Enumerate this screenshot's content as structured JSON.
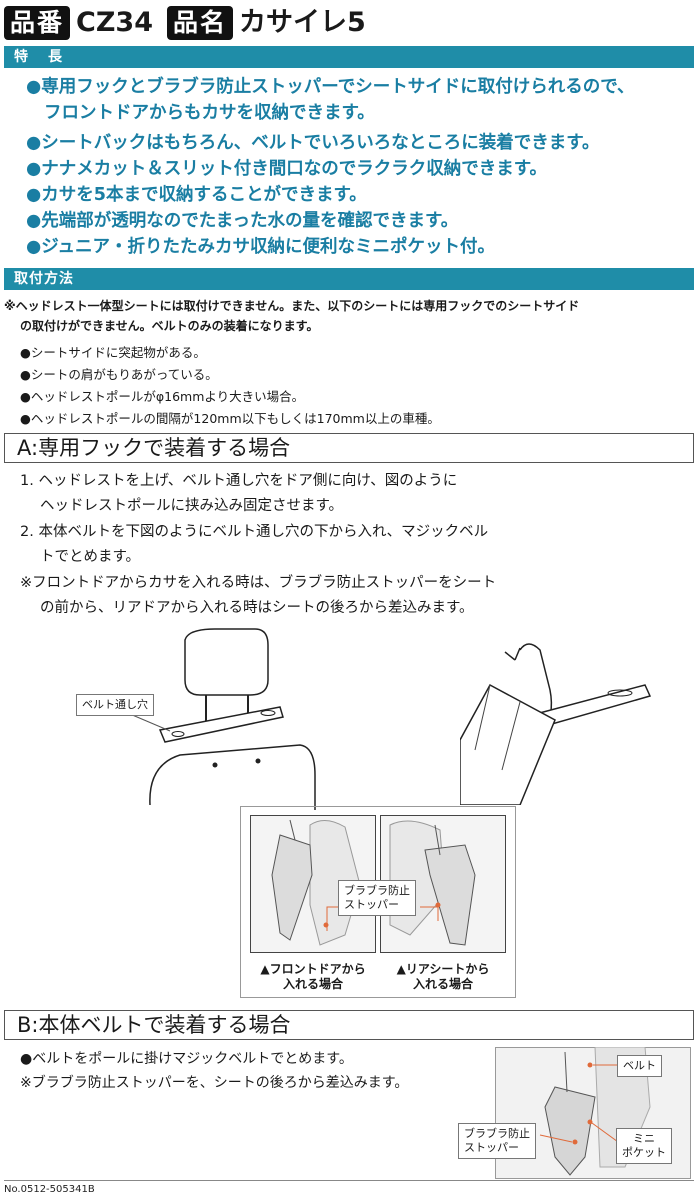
{
  "header": {
    "hinban_label": "品番",
    "hinban_value": "CZ34",
    "hinmei_label": "品名",
    "hinmei_value": "カサイレ5"
  },
  "features": {
    "title": "特　長",
    "items": [
      "●専用フックとブラブラ防止ストッパーでシートサイドに取付けられるので、",
      "フロントドアからもカサを収納できます。",
      "●シートバックはもちろん、ベルトでいろいろなところに装着できます。",
      "●ナナメカット＆スリット付き間口なのでラクラク収納できます。",
      "●カサを5本まで収納することができます。",
      "●先端部が透明なのでたまった水の量を確認できます。",
      "●ジュニア・折りたたみカサ収納に便利なミニポケット付。"
    ]
  },
  "install": {
    "title": "取付方法",
    "note1": "※ヘッドレスト一体型シートには取付けできません。また、以下のシートには専用フックでのシートサイド",
    "note2": "の取付けができません。ベルトのみの装着になります。",
    "conditions": [
      "●シートサイドに突起物がある。",
      "●シートの肩がもりあがっている。",
      "●ヘッドレストポールがφ16mmより大きい場合。",
      "●ヘッドレストポールの間隔が120mm以下もしくは170mm以上の車種。"
    ]
  },
  "section_a": {
    "title": "A:専用フックで装着する場合",
    "steps": [
      "1. ヘッドレストを上げ、ベルト通し穴をドア側に向け、図のように",
      "ヘッドレストポールに挟み込み固定させます。",
      "2. 本体ベルトを下図のようにベルト通し穴の下から入れ、マジックベル",
      "トでとめます。",
      "※フロントドアからカサを入れる時は、ブラブラ防止ストッパーをシート",
      "の前から、リアドアから入れる時はシートの後ろから差込みます。"
    ],
    "label_belt_hole": "ベルト通し穴",
    "label_stopper": "ブラブラ防止\nストッパー",
    "caption_front": "▲フロントドアから\n入れる場合",
    "caption_rear": "▲リアシートから\n入れる場合"
  },
  "section_b": {
    "title": "B:本体ベルトで装着する場合",
    "line1": "●ベルトをポールに掛けマジックベルトでとめます。",
    "line2": "※ブラブラ防止ストッパーを、シートの後ろから差込みます。",
    "label_belt": "ベルト",
    "label_stopper": "ブラブラ防止\nストッパー",
    "label_pocket": "ミニ\nポケット"
  },
  "footer": {
    "code": "No.0512-505341B"
  },
  "colors": {
    "accent": "#1f8da8",
    "feature_text": "#1a7ea3"
  }
}
